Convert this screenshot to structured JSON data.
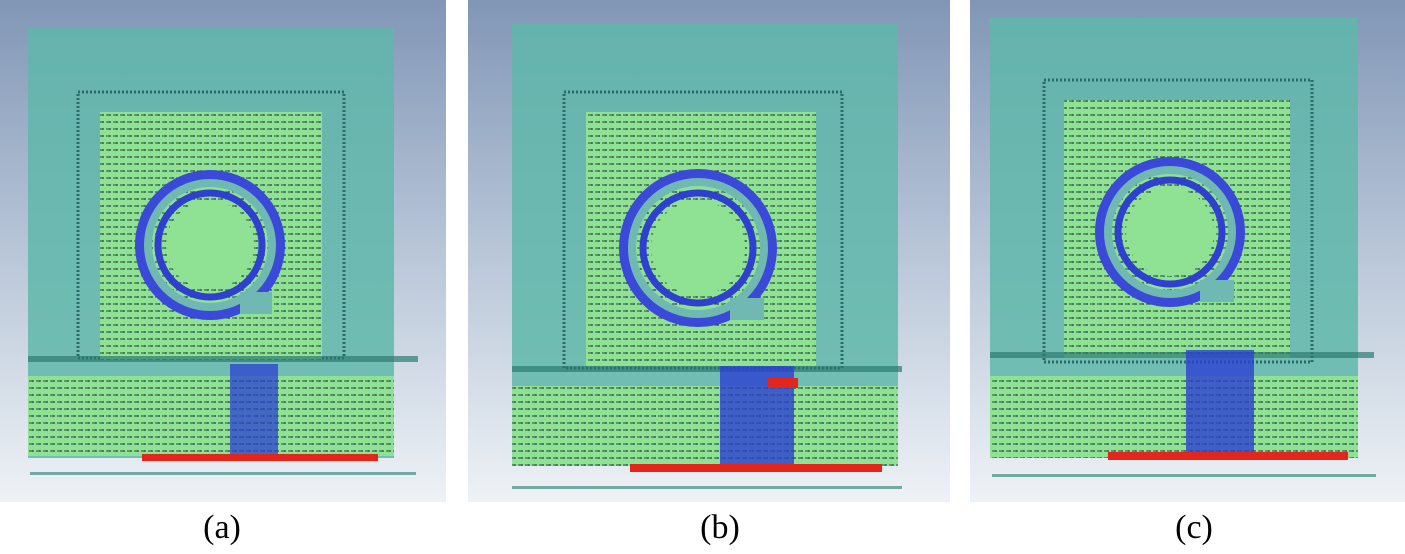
{
  "captions": {
    "a": "(a)",
    "b": "(b)",
    "c": "(c)"
  },
  "colors": {
    "background_top": "#7f93b5",
    "background_bottom": "#eef2f7",
    "substrate": "#5fb4a8",
    "patch_field": "#86e08a",
    "current_arrows": "#1f34d6",
    "ground_feed": "#e8241a"
  },
  "icons": {
    "ring": "split-ring-resonator",
    "vectors": "surface-current-arrows"
  }
}
